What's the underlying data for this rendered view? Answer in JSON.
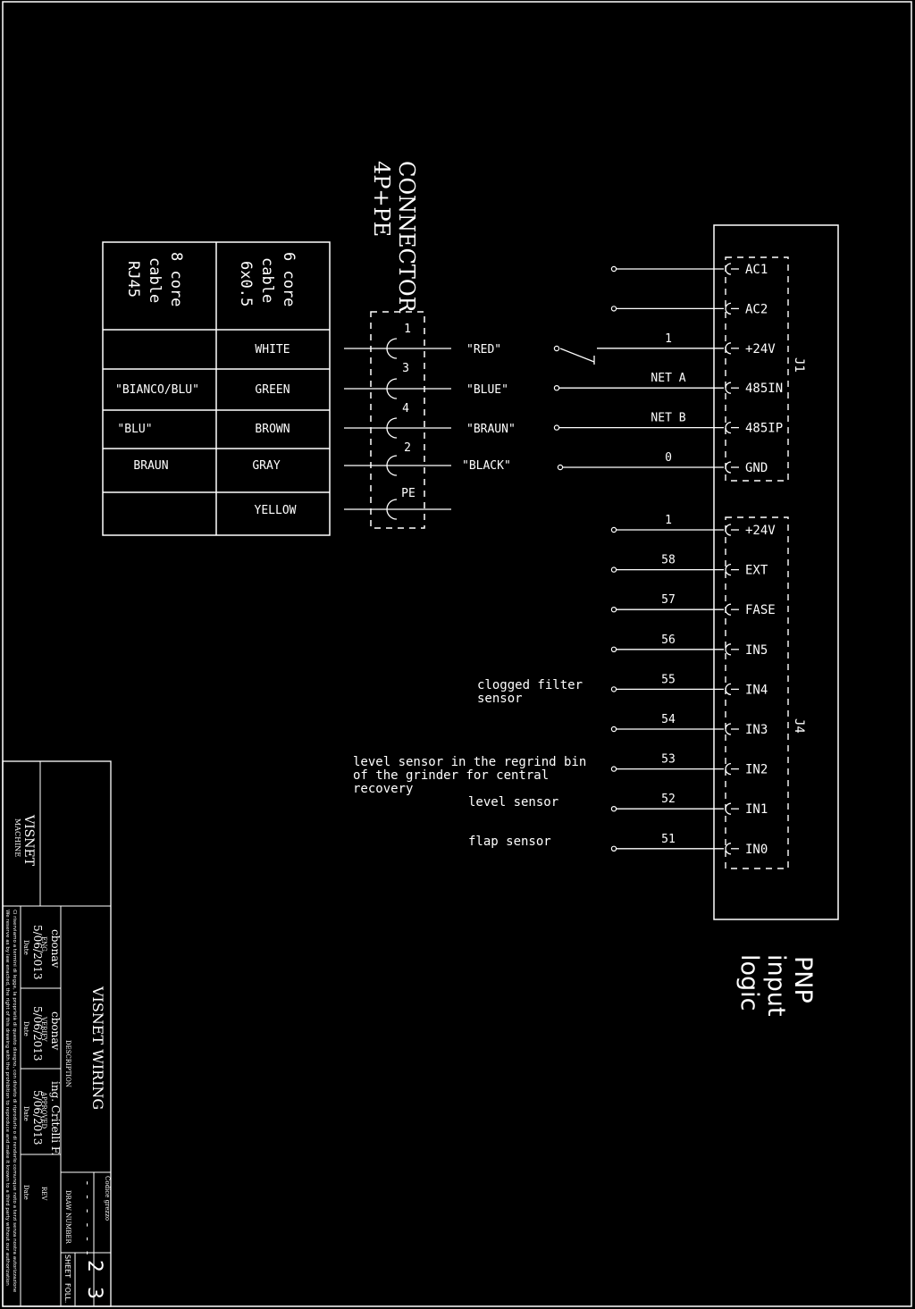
{
  "connector": {
    "title_line1": "CONNECTOR",
    "title_line2": "4P+PE"
  },
  "cable_table": {
    "col8_header": [
      "8 core",
      "cable",
      "RJ45"
    ],
    "col6_header": [
      "6 core",
      "cable",
      "6x0.5"
    ],
    "rows": [
      {
        "c8": "",
        "c6": "WHITE",
        "pin": "1",
        "wire": "\"RED\""
      },
      {
        "c8": "\"BIANCO/BLU\"",
        "c6": "GREEN",
        "pin": "3",
        "wire": "\"BLUE\""
      },
      {
        "c8": "\"BLU\"",
        "c6": "BROWN",
        "pin": "4",
        "wire": "\"BRAUN\""
      },
      {
        "c8": "BRAUN",
        "c6": "GRAY",
        "pin": "2",
        "wire": "\"BLACK\""
      },
      {
        "c8": "",
        "c6": "YELLOW",
        "pin": "PE",
        "wire": ""
      }
    ]
  },
  "j1": {
    "label": "J1",
    "terminals": [
      {
        "name": "AC1",
        "wire": ""
      },
      {
        "name": "AC2",
        "wire": ""
      },
      {
        "name": "+24V",
        "wire": "1"
      },
      {
        "name": "485IN",
        "wire": "NET A"
      },
      {
        "name": "485IP",
        "wire": "NET B"
      },
      {
        "name": "GND",
        "wire": "0"
      }
    ]
  },
  "j4": {
    "label": "J4",
    "terminals": [
      {
        "name": "+24V",
        "wire": "1"
      },
      {
        "name": "EXT",
        "wire": "58"
      },
      {
        "name": "FASE",
        "wire": "57"
      },
      {
        "name": "IN5",
        "wire": "56"
      },
      {
        "name": "IN4",
        "wire": "55"
      },
      {
        "name": "IN3",
        "wire": "54"
      },
      {
        "name": "IN2",
        "wire": "53"
      },
      {
        "name": "IN1",
        "wire": "52"
      },
      {
        "name": "IN0",
        "wire": "51"
      }
    ]
  },
  "notes": {
    "clogged_filter": [
      "clogged filter",
      "sensor"
    ],
    "regrind": [
      "level sensor in the regrind bin",
      "of the grinder for central",
      "recovery"
    ],
    "level_sensor": "level sensor",
    "flap_sensor": "flap sensor"
  },
  "board": {
    "label_lines": [
      "PNP",
      "input",
      "logic"
    ]
  },
  "title_block": {
    "machine": "VISNET",
    "machine_caption": "MACHINE",
    "description": "VISNET WIRING",
    "description_caption": "DESCRIPTION",
    "eng_name": "cbonav",
    "eng_caption": "ENG.",
    "eng_date": "5/06/2013",
    "eng_date_caption": "Date",
    "verify_name": "cbonav",
    "verify_caption": "VERIFY",
    "verify_date": "5/06/2013",
    "verify_date_caption": "Date",
    "approved_name": "ing. Critelli F.",
    "approved_caption": "APPROVED",
    "approved_date": "5/06/2013",
    "approved_date_caption": "Date",
    "rev_caption": "REV",
    "rev_date_caption": "Date",
    "drawing_number_caption": "DRAW NUMBER",
    "drawing_number": "- - - - - -",
    "code_caption": "Codice grezzo",
    "sheet_caption": "SHEET",
    "sheet": "2",
    "sheets_caption": "FOLL.",
    "sheets": "3",
    "legal_it": "Ci riserviamo a termini di legge, la proprietà di questo disegno, con divieto di riprodurlo o di renderlo comunque noto a terzi senza nostra autorizzazione",
    "legal_en": "We reserve as by law enacted, the right of this drawing with the prohibition to reproduce and make it known to a third party without our authorization"
  }
}
